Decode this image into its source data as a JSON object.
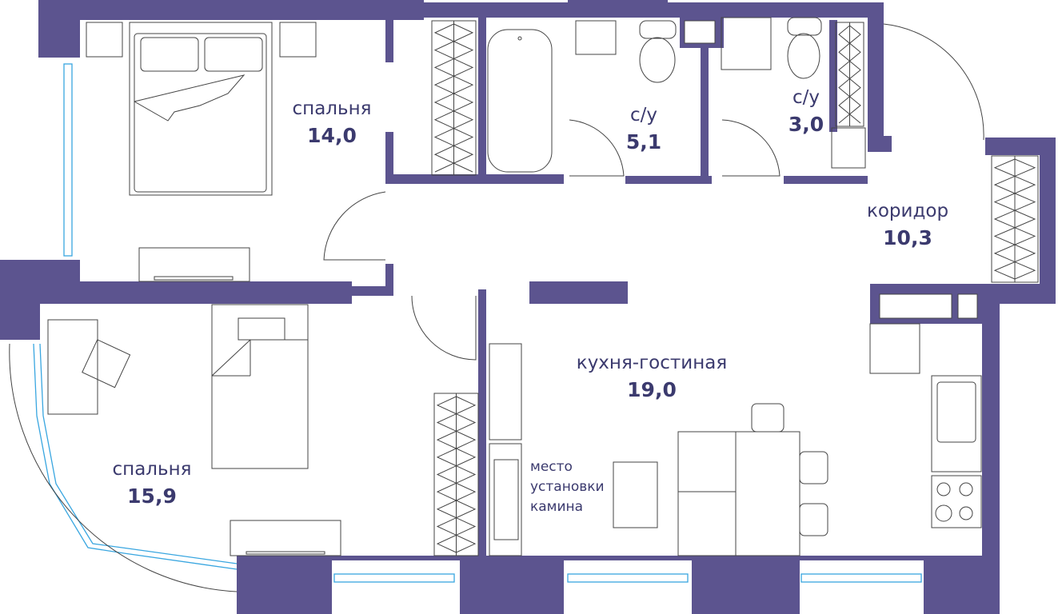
{
  "colors": {
    "wall": "#5c548f",
    "text": "#3b3a6e",
    "window": "#39a6e0"
  },
  "rooms": [
    {
      "name": "спальня",
      "area": "14,0"
    },
    {
      "name": "с/у",
      "area": "5,1"
    },
    {
      "name": "с/у",
      "area": "3,0"
    },
    {
      "name": "коридор",
      "area": "10,3"
    },
    {
      "name": "кухня-гостиная",
      "area": "19,0"
    },
    {
      "name": "спальня",
      "area": "15,9"
    }
  ],
  "fireplace_note": [
    "место",
    "установки",
    "камина"
  ]
}
